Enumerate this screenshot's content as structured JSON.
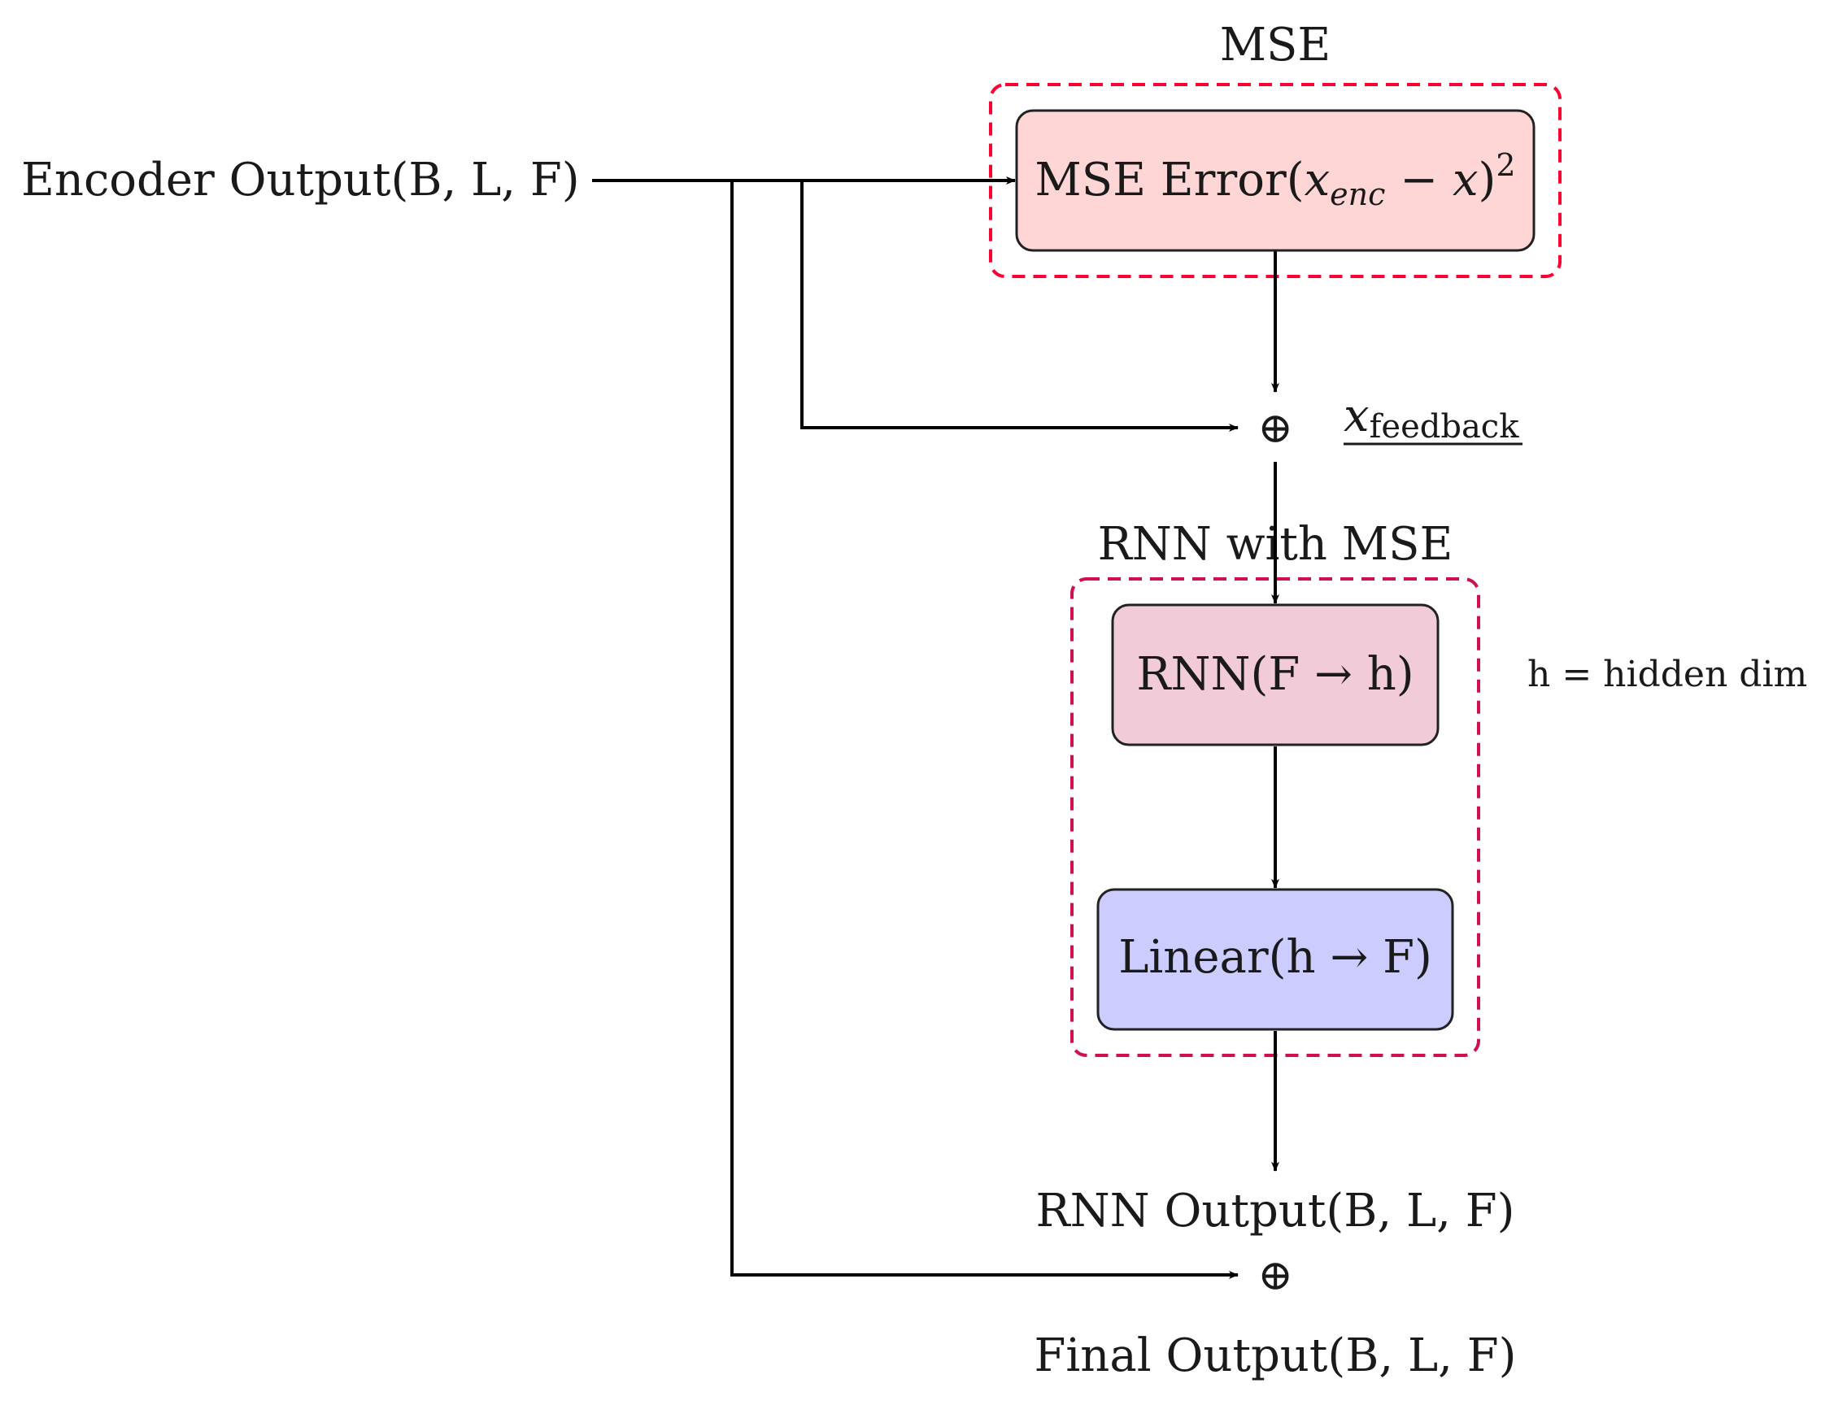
{
  "groups": {
    "mse_title": "MSE",
    "rnn_title": "RNN with MSE"
  },
  "input_label": "Encoder Output(B, L, F)",
  "nodes": {
    "mse_error": {
      "text": "MSE Error(",
      "var": "x",
      "sub": "enc",
      "op": " − ",
      "var2": "x",
      "tail": ")",
      "sup": "2"
    },
    "feedback_sum": {
      "symbol": "⊕",
      "var": "x",
      "sub": "feedback"
    },
    "rnn": {
      "text": "RNN(F → h)"
    },
    "rnn_note": "h = hidden dim",
    "linear": {
      "text": "Linear(h → F)"
    },
    "rnn_output": "RNN Output(B, L, F)",
    "final_sum": {
      "symbol": "⊕"
    },
    "final_output": "Final Output(B, L, F)"
  },
  "colors": {
    "mse_box": "#ffd6d6",
    "rnn_box": "#f2cbd8",
    "linear_box": "#ccccff",
    "mse_dash": "#ff0033",
    "rnn_dash": "#d0104c",
    "text": "#1a1a1a"
  }
}
